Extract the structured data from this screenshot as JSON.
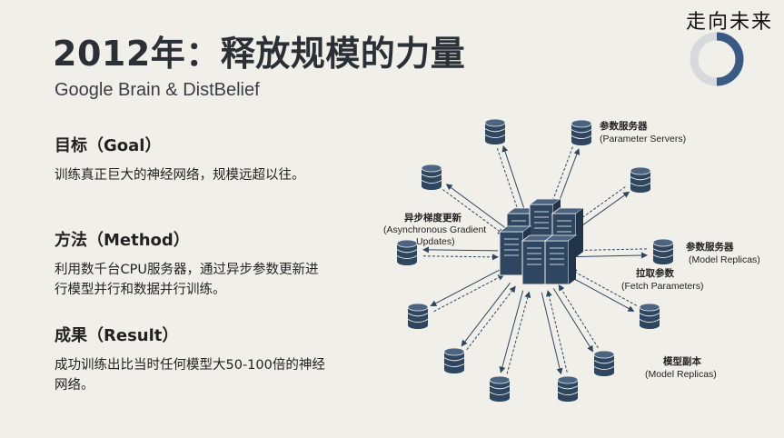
{
  "header": {
    "title": "2012年：释放规模的力量",
    "subtitle": "Google Brain & DistBelief",
    "brand": "走向未来"
  },
  "sections": [
    {
      "heading": "目标（Goal）",
      "body": "训练真正巨大的神经网络，规模远超以往。"
    },
    {
      "heading": "方法（Method）",
      "body": "利用数千台CPU服务器，通过异步参数更新进行模型并行和数据并行训练。"
    },
    {
      "heading": "成果（Result）",
      "body": "成功训练出比当时任何模型大50-100倍的神经网络。"
    }
  ],
  "diagram": {
    "ps_top_cn": "参数服务器",
    "ps_top_en": "(Parameter Servers)",
    "async_cn": "异步梯度更新",
    "async_en1": "(Asynchronous Gradient",
    "async_en2": "Updates)",
    "ps_right_cn": "参数服务器",
    "ps_right_en": "(Model Replicas)",
    "fetch_cn": "拉取参数",
    "fetch_en": "(Fetch Parameters)",
    "replica_cn": "模型副本",
    "replica_en": "(Model Replicas)"
  },
  "colors": {
    "navy": "#2f4660",
    "ring_accent": "#3a5a86",
    "ring_track": "#d7d9dc"
  }
}
